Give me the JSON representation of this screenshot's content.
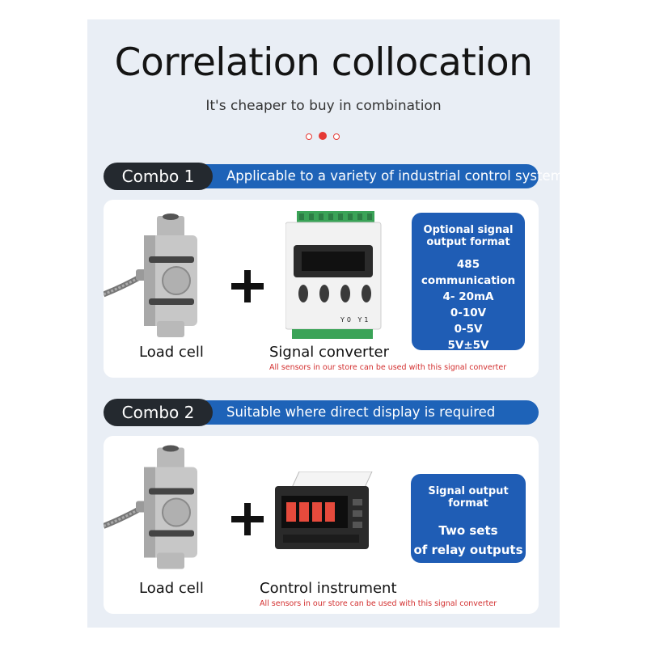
{
  "header": {
    "title": "Correlation collocation",
    "subtitle": "It's cheaper to buy in combination"
  },
  "combo1": {
    "tag": "Combo 1",
    "description": "Applicable to a variety of industrial control systems",
    "item1_label": "Load cell",
    "item2_label": "Signal converter",
    "note": "All sensors in our store can be used with this signal converter",
    "converter_terminals": [
      "Y0",
      "Y1"
    ],
    "info": {
      "heading1": "Optional signal",
      "heading2": "output format",
      "lines": [
        "485 communication",
        "4- 20mA",
        "0-10V",
        "0-5V",
        "5V±5V"
      ]
    }
  },
  "combo2": {
    "tag": "Combo 2",
    "description": "Suitable where direct display is required",
    "item1_label": "Load cell",
    "item2_label": "Control instrument",
    "note": "All sensors in our store can be used with this signal converter",
    "info": {
      "heading": "Signal output format",
      "line1": "Two sets",
      "line2": "of relay outputs"
    }
  },
  "colors": {
    "accent_blue": "#1e63b8",
    "dark_pill": "#24292f",
    "note_red": "#d32f2f",
    "panel_bg": "#e9eef5"
  }
}
